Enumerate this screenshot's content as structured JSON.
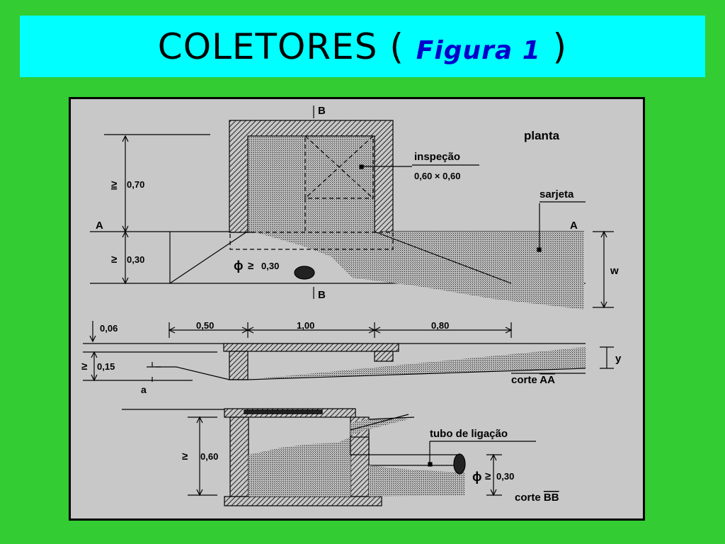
{
  "title": {
    "main": "COLETORES (",
    "figure_ref": "Figura 1",
    "close": ")"
  },
  "figure": {
    "plan_label": "planta",
    "inspection_label": "inspeção",
    "inspection_size": "0,60 × 0,60",
    "gutter_label": "sarjeta",
    "section_a": "A",
    "section_b": "B",
    "dim_070": "0,70",
    "dim_030": "0,30",
    "pipe_dia": "0,30",
    "w_label": "w",
    "dim_006": "0,06",
    "dim_050": "0,50",
    "dim_100": "1,00",
    "dim_080": "0,80",
    "dim_015": "0,15",
    "a_label": "a",
    "y_label": "y",
    "corte_aa": "corte ",
    "corte_aa_letters": "AA",
    "tube_label": "tubo de ligação",
    "dim_060": "0,60",
    "pipe_dia2": "0,30",
    "corte_bb": "corte ",
    "corte_bb_letters": "BB",
    "ge": "≥",
    "phi": "ϕ"
  }
}
